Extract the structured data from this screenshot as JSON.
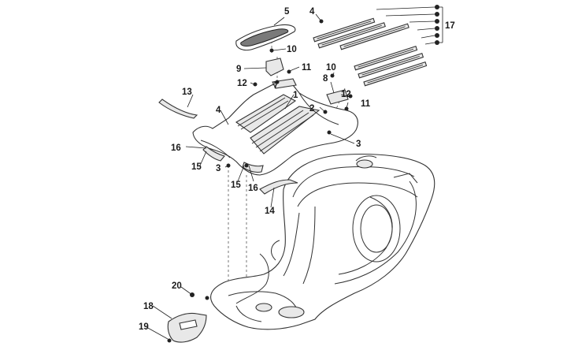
{
  "diagram": {
    "callouts": [
      {
        "id": "c5",
        "text": "5"
      },
      {
        "id": "c4a",
        "text": "4"
      },
      {
        "id": "c17",
        "text": "17"
      },
      {
        "id": "c10a",
        "text": "10"
      },
      {
        "id": "c9",
        "text": "9"
      },
      {
        "id": "c11a",
        "text": "11"
      },
      {
        "id": "c10b",
        "text": "10"
      },
      {
        "id": "c8",
        "text": "8"
      },
      {
        "id": "c12a",
        "text": "12"
      },
      {
        "id": "c7",
        "text": "7"
      },
      {
        "id": "c13",
        "text": "13"
      },
      {
        "id": "c1",
        "text": "1"
      },
      {
        "id": "c12b",
        "text": "12"
      },
      {
        "id": "c4b",
        "text": "4"
      },
      {
        "id": "c2",
        "text": "2"
      },
      {
        "id": "c11b",
        "text": "11"
      },
      {
        "id": "c16a",
        "text": "16"
      },
      {
        "id": "c3a",
        "text": "3"
      },
      {
        "id": "c15a",
        "text": "15"
      },
      {
        "id": "c3b",
        "text": "3"
      },
      {
        "id": "c15b",
        "text": "15"
      },
      {
        "id": "c16b",
        "text": "16"
      },
      {
        "id": "c14",
        "text": "14"
      },
      {
        "id": "c20",
        "text": "20"
      },
      {
        "id": "c18",
        "text": "18"
      },
      {
        "id": "c19",
        "text": "19"
      }
    ]
  }
}
